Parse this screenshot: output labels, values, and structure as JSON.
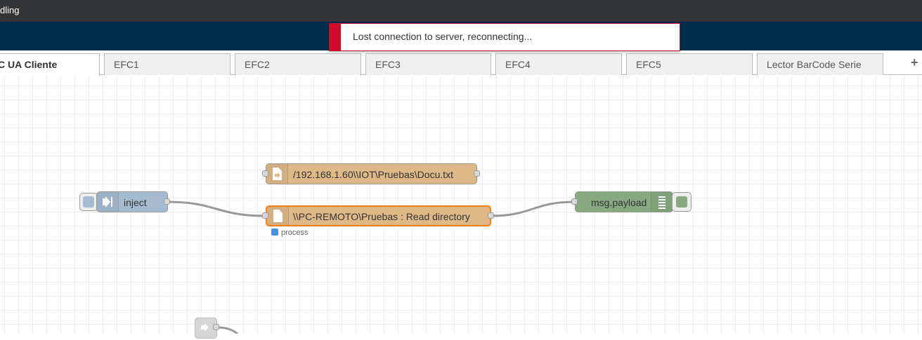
{
  "window": {
    "title": "dling"
  },
  "notification": {
    "message": "Lost connection to server, reconnecting..."
  },
  "tabs": [
    {
      "label": "C UA Cliente",
      "active": true
    },
    {
      "label": "EFC1"
    },
    {
      "label": "EFC2"
    },
    {
      "label": "EFC3"
    },
    {
      "label": "EFC4"
    },
    {
      "label": "EFC5"
    },
    {
      "label": "Lector BarCode Serie"
    }
  ],
  "add_tab_label": "+",
  "nodes": {
    "inject": {
      "label": "inject",
      "color": "#a6bbcf",
      "icon": "arrow-in-icon"
    },
    "file_out": {
      "label": "/192.168.1.60\\\\IOT\\Pruebas\\Docu.txt",
      "color": "#deb887",
      "icon": "file-out-icon"
    },
    "file_in": {
      "label": "\\\\PC-REMOTO\\Pruebas : Read directory",
      "color": "#deb887",
      "icon": "file-icon",
      "status": "process",
      "status_color": "#4a90e2"
    },
    "debug": {
      "label": "msg.payload",
      "color": "#87a980",
      "icon": "list-icon"
    }
  },
  "colors": {
    "header": "#012e4c",
    "selected_border": "#ff7f0e",
    "notification_accent": "#d20a2b"
  }
}
